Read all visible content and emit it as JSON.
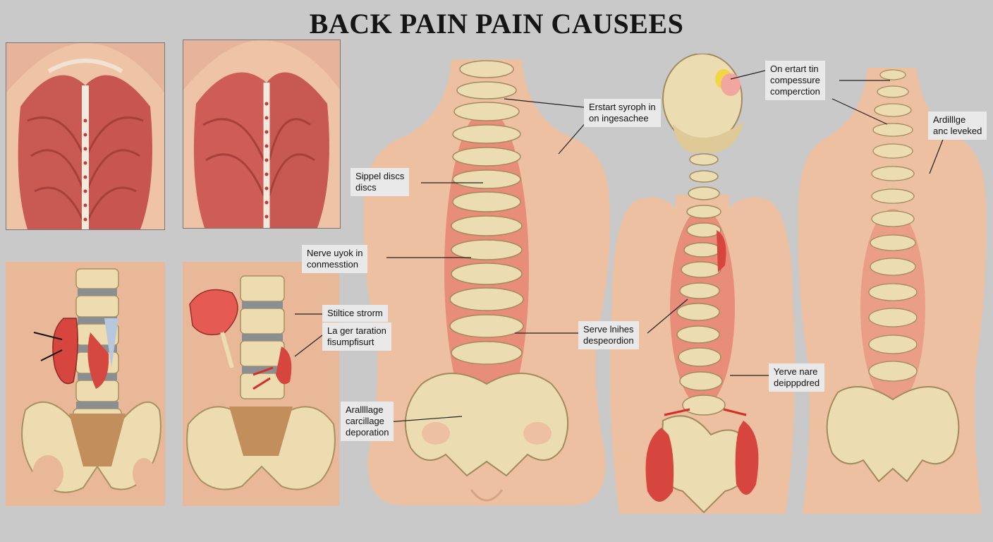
{
  "title": "BACK PAIN PAIN CAUSEES",
  "colors": {
    "background": "#c9c9ca",
    "skin": "#edbf9f",
    "bone": "#ecdcb2",
    "muscle": "#c9584f",
    "inflammation": "#e0302a"
  },
  "labels": [
    {
      "id": "erstart",
      "lines": [
        "Erstart syroph in",
        "on ingesachee"
      ]
    },
    {
      "id": "sippel",
      "lines": [
        "Sippel discs",
        "discs"
      ]
    },
    {
      "id": "nerve",
      "lines": [
        "Nerve uyok in",
        "conmesstion"
      ]
    },
    {
      "id": "stiltice",
      "lines": [
        "Stiltice strorm"
      ]
    },
    {
      "id": "lager",
      "lines": [
        "La ger taration",
        "fisumpfisurt"
      ]
    },
    {
      "id": "arilliage1",
      "lines": [
        "Arallllage",
        "carcillage",
        "deporation"
      ]
    },
    {
      "id": "serve",
      "lines": [
        "Serve lnihes",
        "despeordion"
      ]
    },
    {
      "id": "yerve",
      "lines": [
        "Yerve nare",
        "deipppdred"
      ]
    },
    {
      "id": "onertart",
      "lines": [
        "On ertart tin",
        "compessure",
        "comperction"
      ]
    },
    {
      "id": "arilliage2",
      "lines": [
        "Ardilllge",
        "anc leveked"
      ]
    }
  ]
}
